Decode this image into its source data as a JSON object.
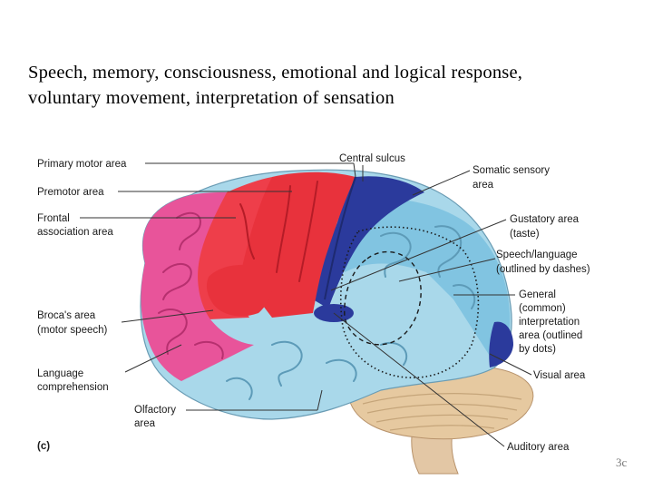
{
  "caption": {
    "line1": "Speech, memory, consciousness, emotional and logical response,",
    "line2": "voluntary movement, interpretation of sensation"
  },
  "figure_label": "(c)",
  "corner_mark": "3c",
  "labels": {
    "primary_motor": "Primary motor area",
    "premotor": "Premotor area",
    "frontal_1": "Frontal",
    "frontal_2": "association area",
    "broca_1": "Broca's area",
    "broca_2": "(motor speech)",
    "language_1": "Language",
    "language_2": "comprehension",
    "olfactory_1": "Olfactory",
    "olfactory_2": "area",
    "central_sulcus": "Central sulcus",
    "somatic_1": "Somatic sensory",
    "somatic_2": "area",
    "gustatory_1": "Gustatory area",
    "gustatory_2": "(taste)",
    "speech_1": "Speech/language",
    "speech_2": "(outlined by dashes)",
    "general_1": "General",
    "general_2": "(common)",
    "general_3": "interpretation",
    "general_4": "area (outlined",
    "general_5": "by dots)",
    "visual": "Visual area",
    "auditory": "Auditory area"
  },
  "colors": {
    "frontal_pink": "#e8549a",
    "motor_red": "#e8323c",
    "sensory_blue": "#2b3a9c",
    "parietal_lightblue": "#7ec3e0",
    "temporal_lightblue": "#a9d8ea",
    "cerebellum": "#e6c9a0",
    "brainstem": "#e3c7a5"
  }
}
